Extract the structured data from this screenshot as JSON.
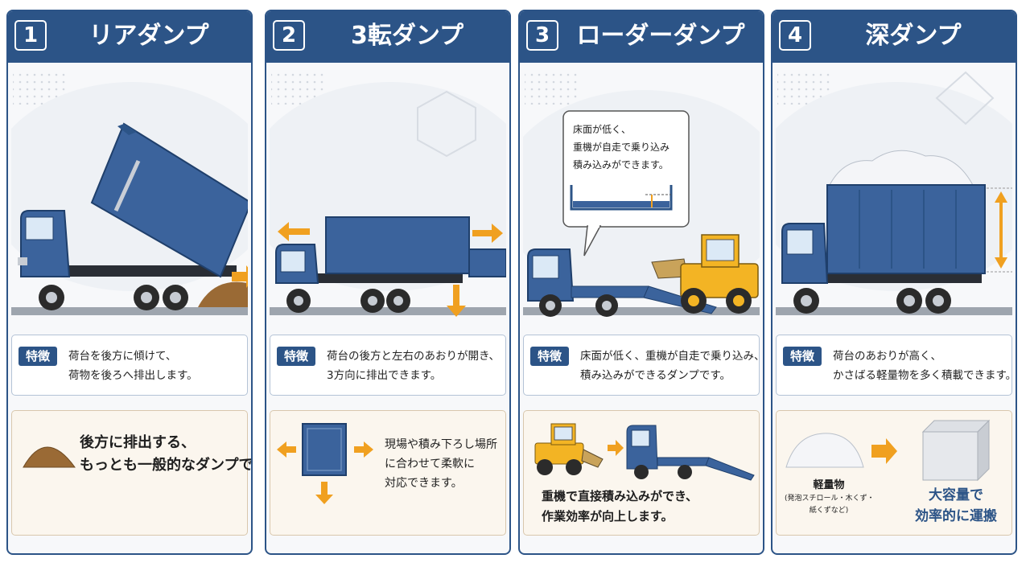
{
  "panels": [
    {
      "number": "1",
      "title": "リアダンプ",
      "feature_badge": "特徴",
      "feature_lines": [
        "荷台を後方に傾けて、",
        "荷物を後ろへ排出します。"
      ],
      "bottom_lines": [
        "後方に排出する、",
        "もっとも一般的なダンプです。"
      ]
    },
    {
      "number": "2",
      "title": "3転ダンプ",
      "feature_badge": "特徴",
      "feature_lines": [
        "荷台の後方と左右のあおりが開き、",
        "3方向に排出できます。"
      ],
      "bottom_lines": [
        "現場や積み下ろし場所",
        "に合わせて柔軟に",
        "対応できます。"
      ]
    },
    {
      "number": "3",
      "title": "ローダーダンプ",
      "callout_lines": [
        "床面が低く、",
        "重機が自走で乗り込み",
        "積み込みができます。"
      ],
      "feature_badge": "特徴",
      "feature_lines": [
        "床面が低く、重機が自走で乗り込み、",
        "積み込みができるダンプです。"
      ],
      "bottom_lines": [
        "重機で直接積み込みができ、",
        "作業効率が向上します。"
      ]
    },
    {
      "number": "4",
      "title": "深ダンプ",
      "feature_badge": "特徴",
      "feature_lines": [
        "荷台のあおりが高く、",
        "かさばる軽量物を多く積載できます。"
      ],
      "light_label": "軽量物",
      "light_examples": [
        "(発泡スチロール・木くず・",
        "紙くずなど)"
      ],
      "capacity_lines": [
        "大容量で",
        "効率的に運搬"
      ]
    }
  ],
  "colors": {
    "header": "#2c5487",
    "truck_body": "#3b639c",
    "arrow": "#f0a020",
    "loader": "#f3b424",
    "soil": "#9a6a35"
  }
}
